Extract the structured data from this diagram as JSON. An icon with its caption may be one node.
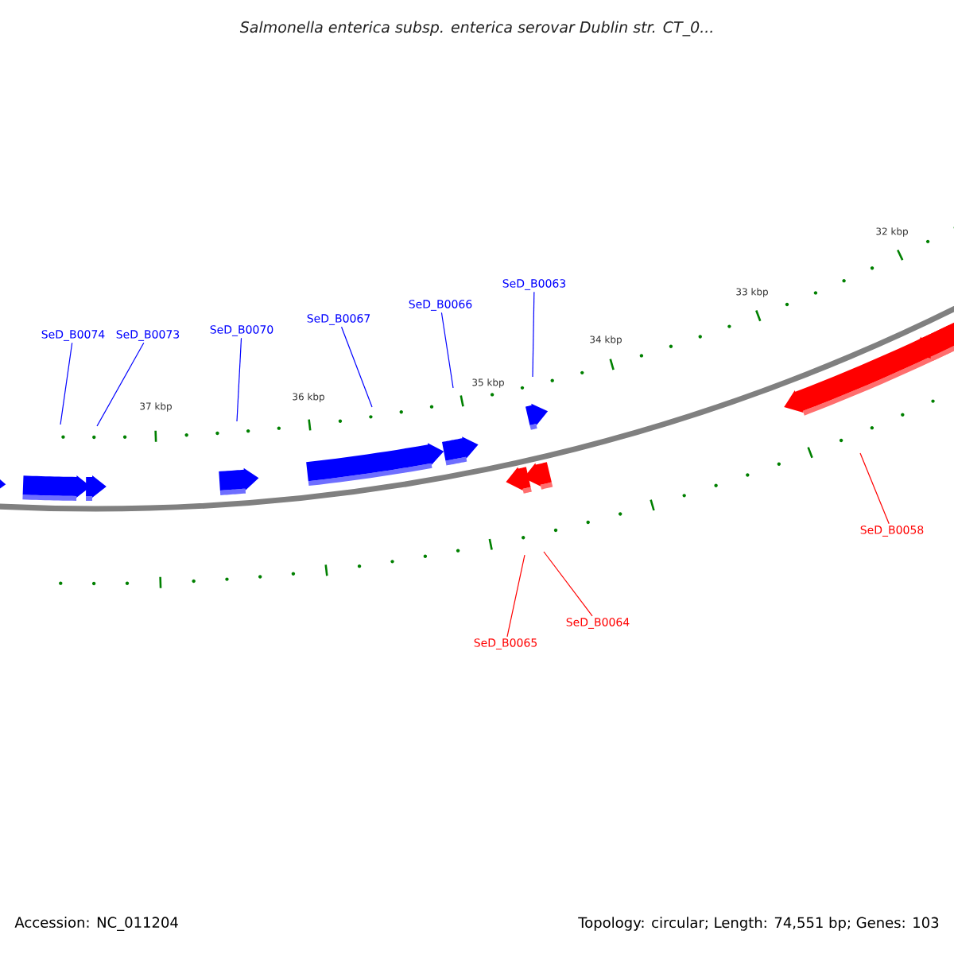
{
  "diagram": {
    "title": "Salmonella enterica subsp. enterica serovar Dublin str. CT_0...",
    "nodes": [
      {
        "text": [
          "SeD_B0074"
        ]
      },
      {
        "text": [
          "SeD_B0073"
        ]
      },
      {
        "text": [
          "SeD_B0070"
        ]
      },
      {
        "text": [
          "SeD_B0067"
        ]
      },
      {
        "text": [
          "SeD_B0066"
        ]
      },
      {
        "text": [
          "SeD_B0063"
        ]
      },
      {
        "text": [
          "SeD_B0058"
        ]
      },
      {
        "text": [
          "SeD_B0064"
        ]
      },
      {
        "text": [
          "SeD_B0065"
        ]
      }
    ],
    "edges": [
      {
        "from": 0,
        "to": null,
        "arrow": "none"
      },
      {
        "from": 1,
        "to": null,
        "arrow": "none"
      },
      {
        "from": 2,
        "to": null,
        "arrow": "none"
      },
      {
        "from": 3,
        "to": null,
        "arrow": "none"
      },
      {
        "from": 4,
        "to": null,
        "arrow": "none"
      },
      {
        "from": 5,
        "to": null,
        "arrow": "none"
      },
      {
        "from": 6,
        "to": null,
        "arrow": "none",
        "color": "#ff0000"
      },
      {
        "from": 7,
        "to": null,
        "arrow": "none",
        "color": "#ff0000"
      },
      {
        "from": 8,
        "to": null,
        "arrow": "none",
        "color": "#ff0000"
      }
    ],
    "labels": [
      "32 kbp",
      "33 kbp",
      "34 kbp",
      "35 kbp",
      "36 kbp",
      "37 kbp",
      "Accession: NC_011204",
      "Topology: circular; Length: 74,551 bp; Genes: 103"
    ]
  }
}
